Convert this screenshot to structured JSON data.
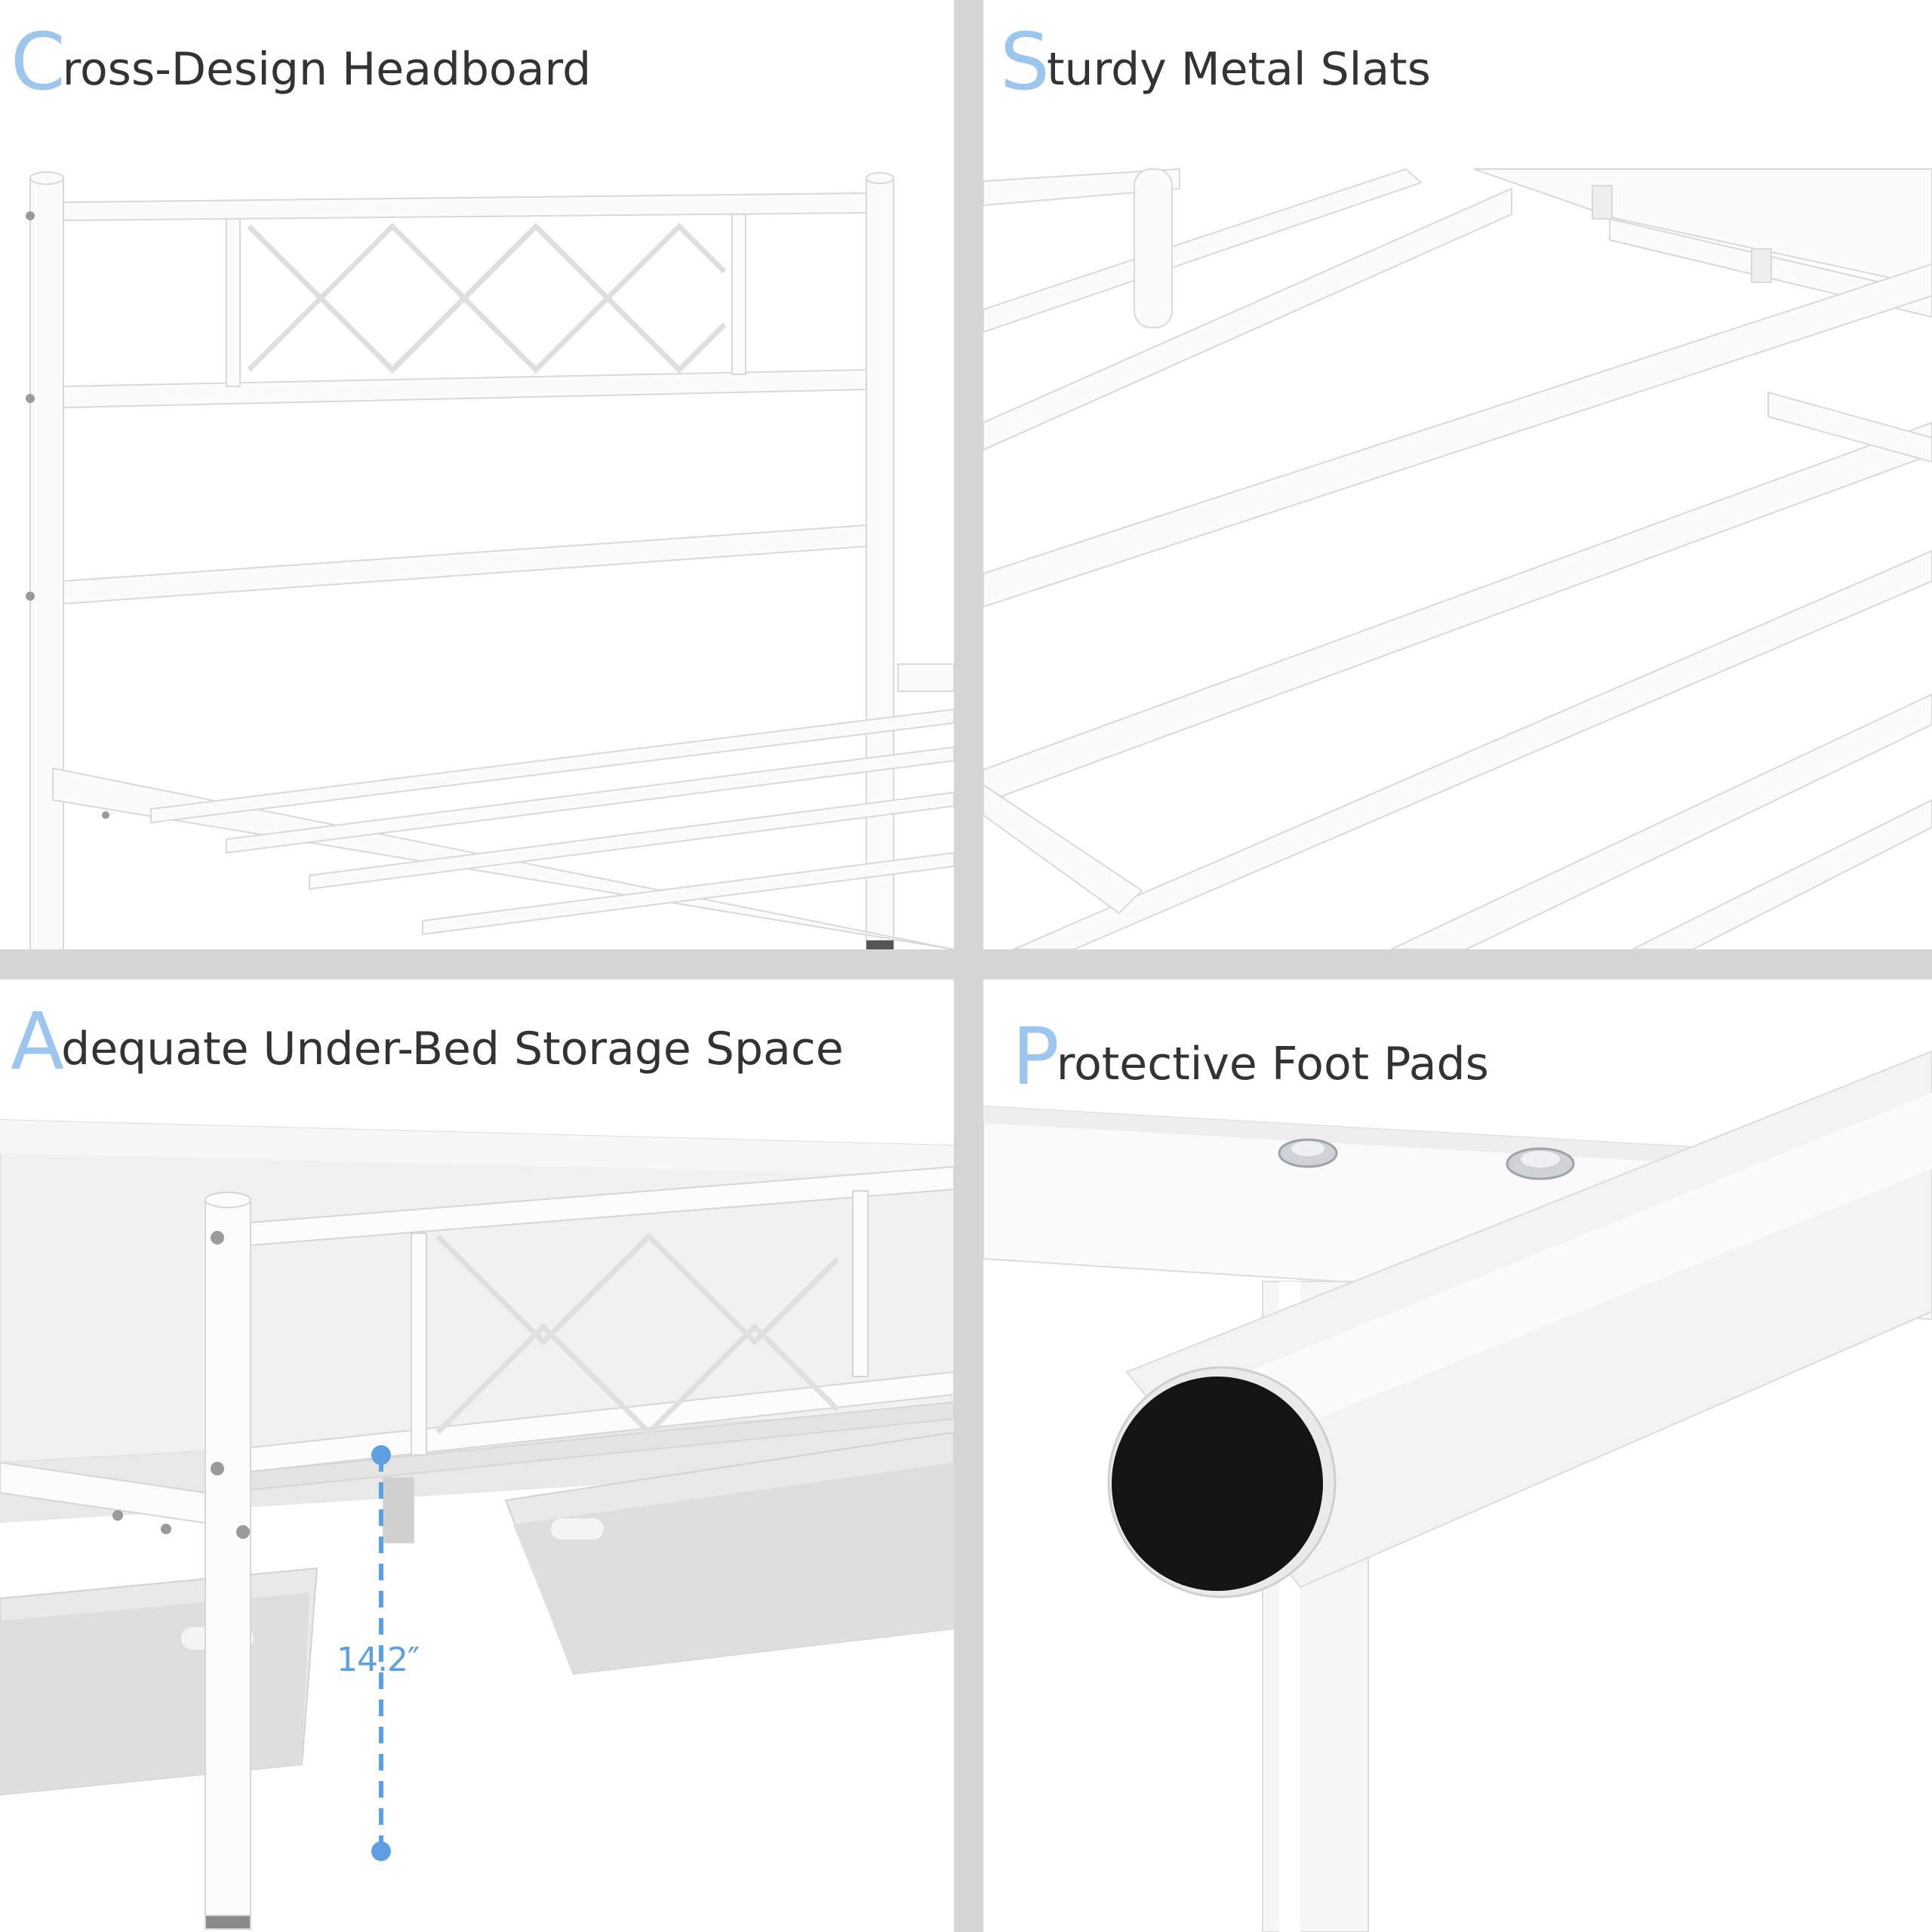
{
  "panels": [
    {
      "initial": "C",
      "rest": "ross-Design Headboard"
    },
    {
      "initial": "S",
      "rest": "turdy Metal Slats"
    },
    {
      "initial": "A",
      "rest": "dequate Under-Bed Storage Space"
    },
    {
      "initial": "P",
      "rest": "rotective Foot Pads"
    }
  ],
  "storage_height_label": "14.2″",
  "colors": {
    "accent": "#9dc6ef",
    "measure_line": "#5d9fe0",
    "text": "#333333",
    "frame": "#ffffff",
    "divider": "#d6d6d6",
    "foot_pad": "#141414"
  }
}
